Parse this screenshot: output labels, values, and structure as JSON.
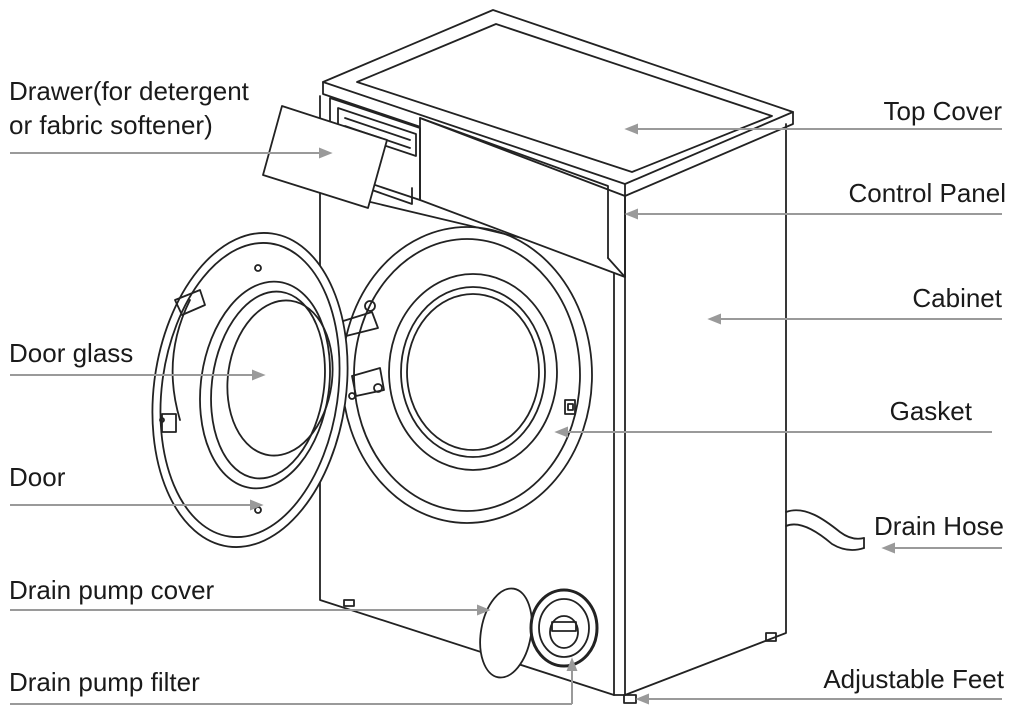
{
  "labels": {
    "drawer_line1": "Drawer(for detergent",
    "drawer_line2": "or fabric softener)",
    "door_glass": "Door glass",
    "door": "Door",
    "drain_pump_cover": "Drain pump cover",
    "drain_pump_filter": "Drain pump filter",
    "top_cover": "Top Cover",
    "control_panel": "Control Panel",
    "cabinet": "Cabinet",
    "gasket": "Gasket",
    "drain_hose": "Drain Hose",
    "adjustable_feet": "Adjustable Feet"
  },
  "colors": {
    "leader_line": "#9a9a9a",
    "outline": "#222222",
    "text": "#1a1a1a"
  }
}
